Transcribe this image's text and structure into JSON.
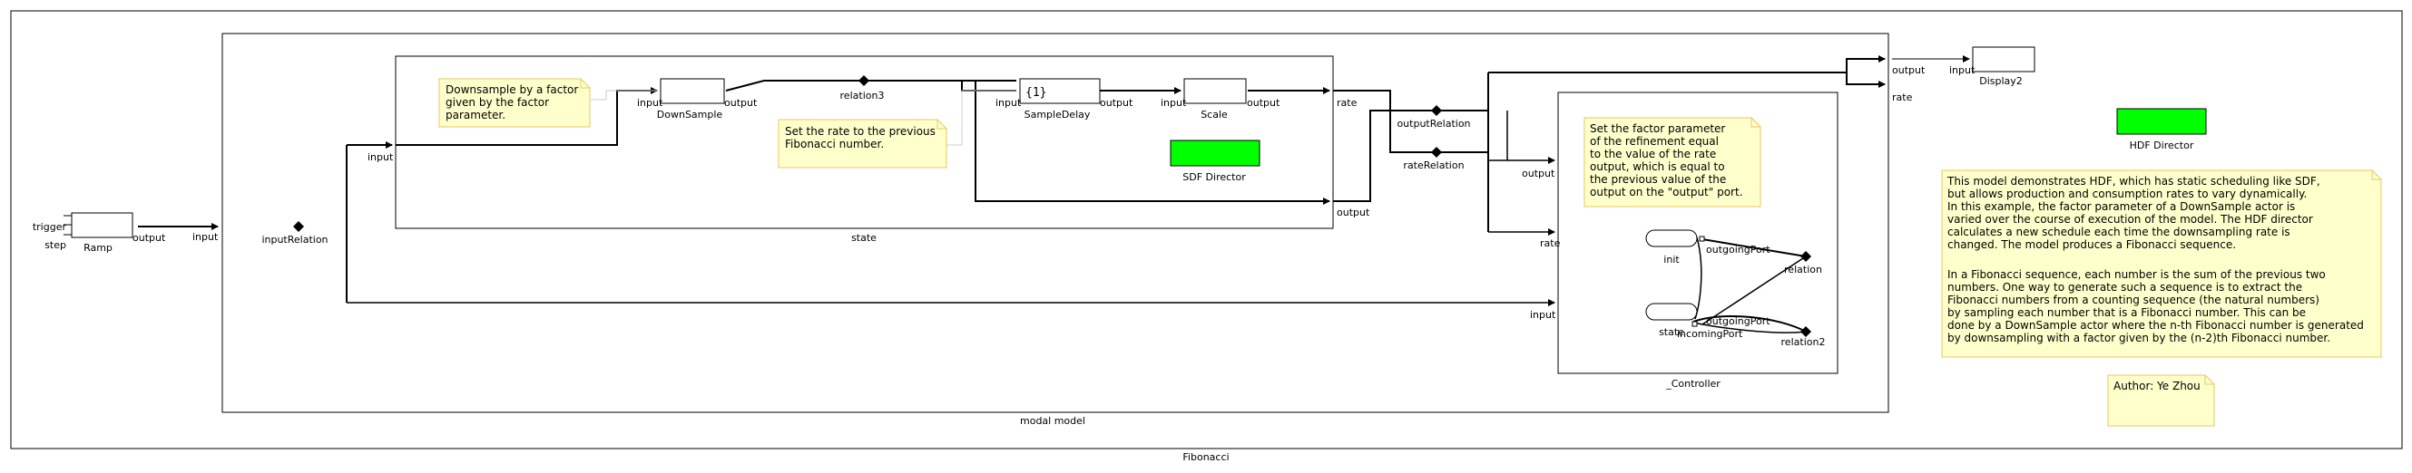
{
  "model": {
    "title": "Fibonacci",
    "composite_label": "modal model",
    "state_label": "state",
    "controller_label": "_Controller"
  },
  "actors": {
    "ramp": "Ramp",
    "display": "Display2",
    "downsample": "DownSample",
    "sample_delay": "SampleDelay",
    "sample_delay_value": "{1}",
    "scale": "Scale",
    "sdf_director": "SDF Director",
    "hdf_director": "HDF Director"
  },
  "ports": {
    "trigger": "trigger",
    "step": "step",
    "output": "output",
    "input": "input",
    "rate": "rate",
    "outgoing_port": "outgoingPort",
    "incoming_port": "incomingPort"
  },
  "relations": {
    "input_relation": "inputRelation",
    "relation3": "relation3",
    "output_relation": "outputRelation",
    "rate_relation": "rateRelation",
    "relation": "relation",
    "relation2": "relation2"
  },
  "states": {
    "init": "init",
    "state": "state"
  },
  "notes": {
    "downsample": [
      "Downsample by a factor",
      "given by the factor",
      "parameter."
    ],
    "rate": [
      "Set the rate to the previous",
      "Fibonacci number."
    ],
    "factor": [
      "Set the factor parameter",
      "of the refinement equal",
      "to the value of the rate",
      "output, which is equal to",
      "the previous value of the",
      "output on the \"output\" port."
    ],
    "description": [
      "This model demonstrates HDF, which has static scheduling like SDF,",
      "but allows production and consumption rates to vary dynamically.",
      "In this example, the factor parameter of a DownSample actor is",
      "varied over the course of execution of the model. The HDF director",
      "calculates a new schedule each time the downsampling rate is",
      "changed. The model produces a Fibonacci sequence.",
      "",
      "In a Fibonacci sequence, each number is the sum of the previous two",
      "numbers. One way to generate such a sequence is to extract the",
      "Fibonacci numbers from a counting sequence (the natural numbers)",
      "by sampling each number that is a Fibonacci number. This can be",
      "done by a DownSample actor where the n-th Fibonacci number is generated",
      "by downsampling with a factor given by the (n-2)th Fibonacci number."
    ],
    "author": "Author: Ye Zhou"
  },
  "colors": {
    "director": "#00ff00",
    "note_fill": "#ffffcc",
    "note_border": "#e8c860",
    "line": "#000000"
  }
}
